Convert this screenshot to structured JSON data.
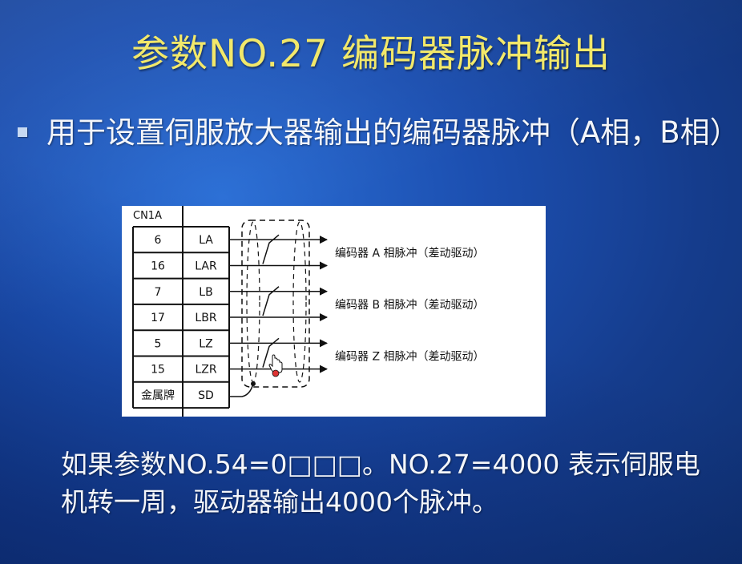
{
  "title": "参数NO.27  编码器脉冲输出",
  "bullet_text": "用于设置伺服放大器输出的编码器脉冲（A相，B相）",
  "diagram": {
    "connector_label": "CN1A",
    "rows": [
      {
        "pin": "6",
        "signal": "LA"
      },
      {
        "pin": "16",
        "signal": "LAR"
      },
      {
        "pin": "7",
        "signal": "LB"
      },
      {
        "pin": "17",
        "signal": "LBR"
      },
      {
        "pin": "5",
        "signal": "LZ"
      },
      {
        "pin": "15",
        "signal": "LZR"
      },
      {
        "pin": "金属牌",
        "signal": "SD"
      }
    ],
    "outputs": [
      "编码器 A 相脉冲（差动驱动）",
      "编码器 B 相脉冲（差动驱动）",
      "编码器 Z 相脉冲（差动驱动）"
    ]
  },
  "note": "如果参数NO.54=0□□□。NO.27=4000 表示伺服电机转一周，驱动器输出4000个脉冲。",
  "colors": {
    "title": "#f2e86a",
    "body_text": "#f4f6fa",
    "background": "#1c4fb0"
  }
}
